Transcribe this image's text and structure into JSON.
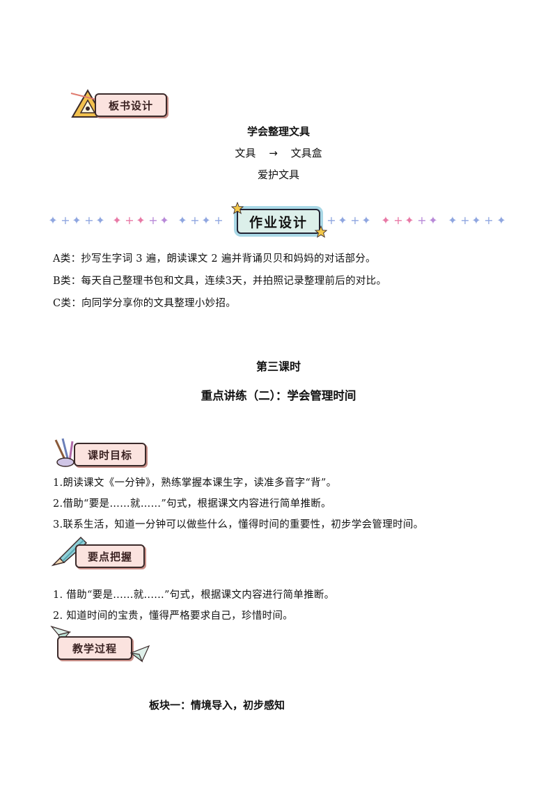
{
  "board": {
    "badge": "板书设计",
    "title": "学会整理文具",
    "line_left": "文具",
    "arrow": "→",
    "line_right": "文具盒",
    "line3": "爱护文具"
  },
  "homework": {
    "badge": "作业设计",
    "items": [
      "A类：抄写生字词 3 遍，朗读课文 2 遍并背诵贝贝和妈妈的对话部分。",
      "B类：每天自己整理书包和文具，连续3天，并拍照记录整理前后的对比。",
      "C类：向同学分享你的文具整理小妙招。"
    ]
  },
  "lesson": {
    "title": "第三课时",
    "subtitle": "重点讲练（二）：学会管理时间"
  },
  "goals": {
    "badge": "课时目标",
    "items": [
      "1.朗读课文《一分钟》，熟练掌握本课生字，读准多音字“背”。",
      "2.借助“要是……就……”句式，根据课文内容进行简单推断。",
      "3.联系生活，知道一分钟可以做些什么，懂得时间的重要性，初步学会管理时间。"
    ]
  },
  "keypoints": {
    "badge": "要点把握",
    "items": [
      "1. 借助“要是......就......”句式，根据课文内容进行简单推断。",
      "2. 知道时间的宝贵，懂得严格要求自己，珍惜时间。"
    ]
  },
  "process": {
    "badge": "教学过程",
    "block1": "板块一：情境导入，初步感知"
  }
}
